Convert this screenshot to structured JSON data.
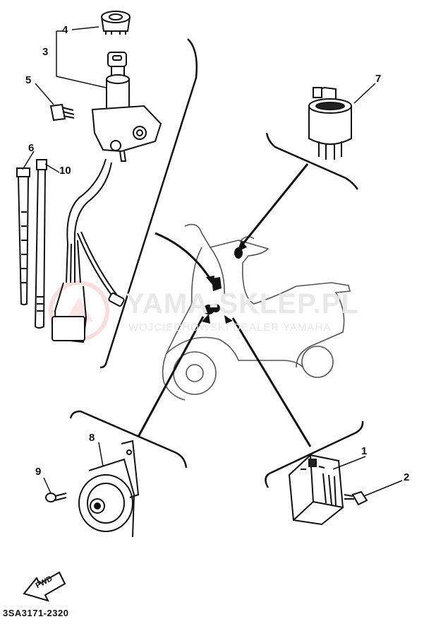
{
  "diagram": {
    "part_code": "3SA3171-2320",
    "fwd_label": "FWD",
    "watermark": {
      "line1": "YAMA-SKLEP.PL",
      "line2": "WOJCIECHOWSKI DEALER YAMAHA"
    },
    "callouts": [
      {
        "id": "1",
        "label": "1"
      },
      {
        "id": "2",
        "label": "2"
      },
      {
        "id": "3",
        "label": "3"
      },
      {
        "id": "4",
        "label": "4"
      },
      {
        "id": "5",
        "label": "5"
      },
      {
        "id": "6",
        "label": "6"
      },
      {
        "id": "7",
        "label": "7"
      },
      {
        "id": "8",
        "label": "8"
      },
      {
        "id": "9",
        "label": "9"
      },
      {
        "id": "10",
        "label": "10"
      }
    ]
  }
}
